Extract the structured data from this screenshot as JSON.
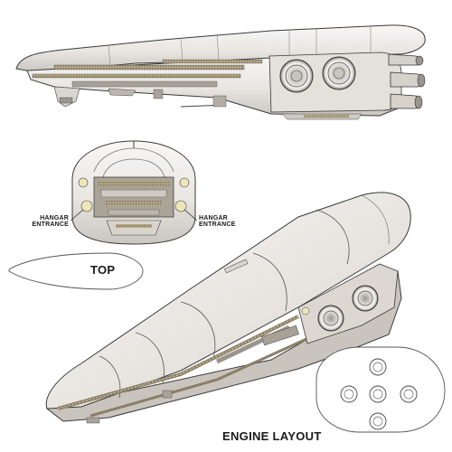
{
  "labels": {
    "hangar_left_line1": "HANGAR",
    "hangar_left_line2": "ENTRANCE",
    "hangar_right_line1": "HANGAR",
    "hangar_right_line2": "ENTRANCE",
    "top_view": "TOP",
    "engine_layout": "ENGINE LAYOUT"
  },
  "colors": {
    "hull": "#eeecea",
    "hull_shade": "#cfccc8",
    "panel_stripe": "#a89a78",
    "machinery": "#8f8a82",
    "outline": "#3a3a3a",
    "thin_outline": "#777777"
  }
}
